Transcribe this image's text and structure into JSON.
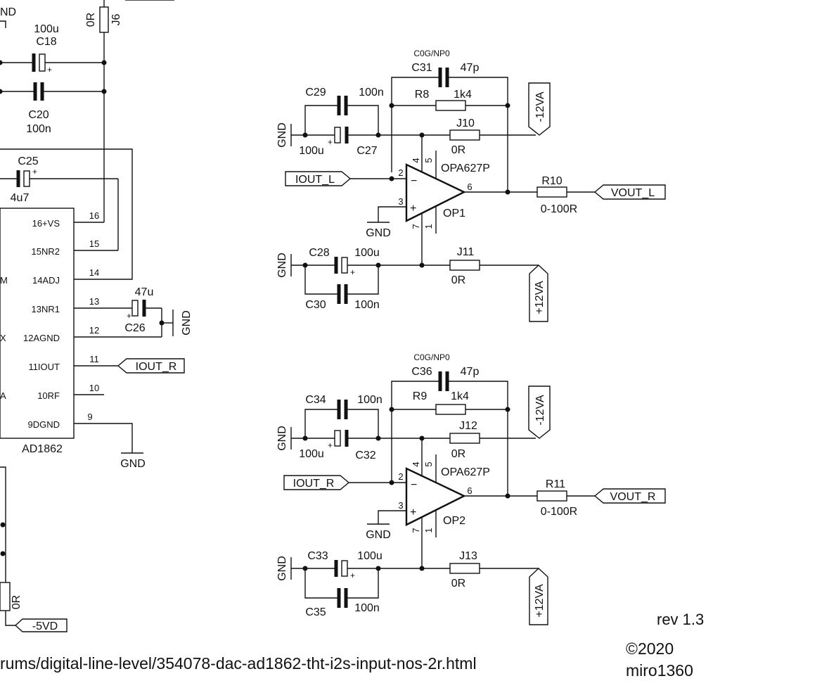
{
  "labels": {
    "gnd_top": "ND",
    "j6_val": "0R",
    "j6_ref": "J6",
    "c18_val": "100u",
    "c18_ref": "C18",
    "c20_ref": "C20",
    "c20_val": "100n",
    "c25_ref": "C25",
    "c25_val": "4u7",
    "c26_val": "47u",
    "c26_ref": "C26",
    "gnd_c26": "GND",
    "gnd_pin9": "GND",
    "iout_r_dac": "IOUT_R",
    "left_m": "M",
    "left_x": "X",
    "left_a": "A",
    "r_bottom_val": "0R",
    "minus5vd": "-5VD",
    "c31_type": "C0G/NP0",
    "c31_ref": "C31",
    "c31_val": "47p",
    "c29_ref": "C29",
    "c29_val": "100n",
    "r8_ref": "R8",
    "r8_val": "1k4",
    "gnd_l1": "GND",
    "c27_cap": "100u",
    "c27_ref": "C27",
    "j10_ref": "J10",
    "j10_val": "0R",
    "m12va_l": "-12VA",
    "iout_l": "IOUT_L",
    "op1_part": "OPA627P",
    "op1_ref": "OP1",
    "gnd_op1": "GND",
    "r10_ref": "R10",
    "r10_val": "0-100R",
    "vout_l": "VOUT_L",
    "gnd_l2": "GND",
    "c28_ref": "C28",
    "c28_val": "100u",
    "c30_ref": "C30",
    "c30_val": "100n",
    "j11_ref": "J11",
    "j11_val": "0R",
    "p12va_l": "+12VA",
    "c36_type": "C0G/NP0",
    "c36_ref": "C36",
    "c36_val": "47p",
    "c34_ref": "C34",
    "c34_val": "100n",
    "r9_ref": "R9",
    "r9_val": "1k4",
    "gnd_r1": "GND",
    "c32_cap": "100u",
    "c32_ref": "C32",
    "j12_ref": "J12",
    "j12_val": "0R",
    "m12va_r": "-12VA",
    "iout_r_op": "IOUT_R",
    "op2_part": "OPA627P",
    "op2_ref": "OP2",
    "gnd_op2": "GND",
    "r11_ref": "R11",
    "r11_val": "0-100R",
    "vout_r": "VOUT_R",
    "gnd_r2": "GND",
    "c33_ref": "C33",
    "c33_val": "100u",
    "c35_ref": "C35",
    "c35_val": "100n",
    "j13_ref": "J13",
    "j13_val": "0R",
    "p12va_r": "+12VA"
  },
  "ic": {
    "ref": "AD1862",
    "pins": [
      {
        "name": "16+VS",
        "num": "16"
      },
      {
        "name": "15NR2",
        "num": "15"
      },
      {
        "name": "14ADJ",
        "num": "14"
      },
      {
        "name": "13NR1",
        "num": "13"
      },
      {
        "name": "12AGND",
        "num": "12"
      },
      {
        "name": "11IOUT",
        "num": "11"
      },
      {
        "name": "10RF",
        "num": "10"
      },
      {
        "name": "9DGND",
        "num": "9"
      }
    ]
  },
  "op_pins": {
    "p2": "2",
    "p3": "3",
    "p4": "4",
    "p5": "5",
    "p6": "6",
    "p7": "7",
    "p1": "1"
  },
  "op_signs": {
    "minus": "−",
    "plus": "+"
  },
  "footer": {
    "url": "rums/digital-line-level/354078-dac-ad1862-tht-i2s-input-nos-2r.html",
    "rev": "rev 1.3",
    "copyright": "©2020",
    "author": "miro1360"
  }
}
